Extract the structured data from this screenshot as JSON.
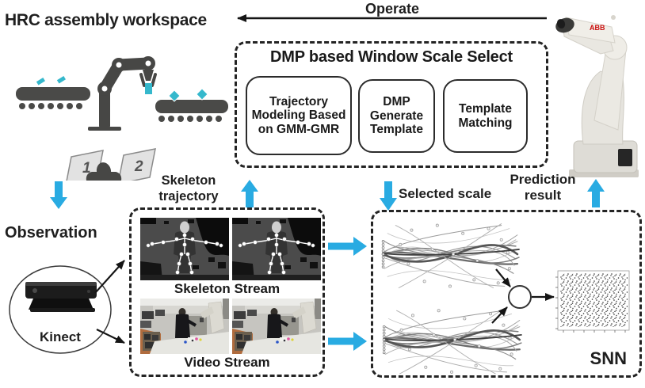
{
  "colors": {
    "accent_blue": "#29ABE2",
    "line_black": "#1A1A1A"
  },
  "header": {
    "title": "HRC assembly workspace",
    "operate_label": "Operate"
  },
  "dmp_module": {
    "title": "DMP based Window Scale Select",
    "steps": [
      {
        "label": "Trajectory Modeling Based on GMM-GMR"
      },
      {
        "label": "DMP Generate Template"
      },
      {
        "label": "Template Matching"
      }
    ]
  },
  "observation": {
    "label": "Observation",
    "sensor_label": "Kinect"
  },
  "streams": {
    "trajectory_label": "Skeleton trajectory",
    "skeleton_stream_label": "Skeleton Stream",
    "video_stream_label": "Video Stream"
  },
  "snn_module": {
    "selected_scale_label": "Selected scale",
    "prediction_result_label": "Prediction result",
    "label": "SNN"
  },
  "workspace": {
    "station_1": "1",
    "station_2": "2"
  },
  "robot": {
    "brand": "ABB"
  }
}
